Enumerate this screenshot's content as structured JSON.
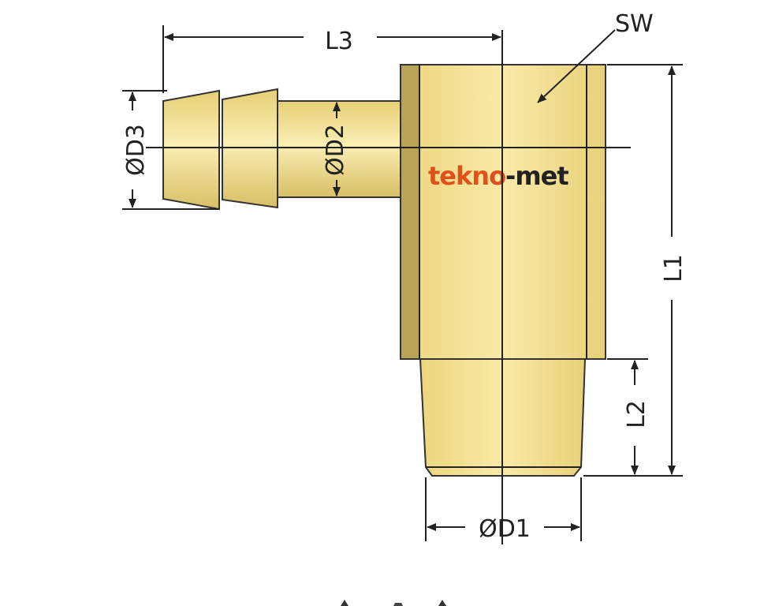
{
  "diagram": {
    "labels": {
      "l1": "L1",
      "l2": "L2",
      "l3": "L3",
      "sw": "SW",
      "d1": "ØD1",
      "d2": "ØD2",
      "d3": "ØD3"
    },
    "logo": {
      "part1": "tekno",
      "part2": "-met"
    },
    "colors": {
      "brass": "#f2dc84",
      "brass_light": "#f8e9a8",
      "brass_dark": "#b8a356",
      "logo_orange": "#e0501a",
      "logo_dark": "#222222"
    }
  }
}
